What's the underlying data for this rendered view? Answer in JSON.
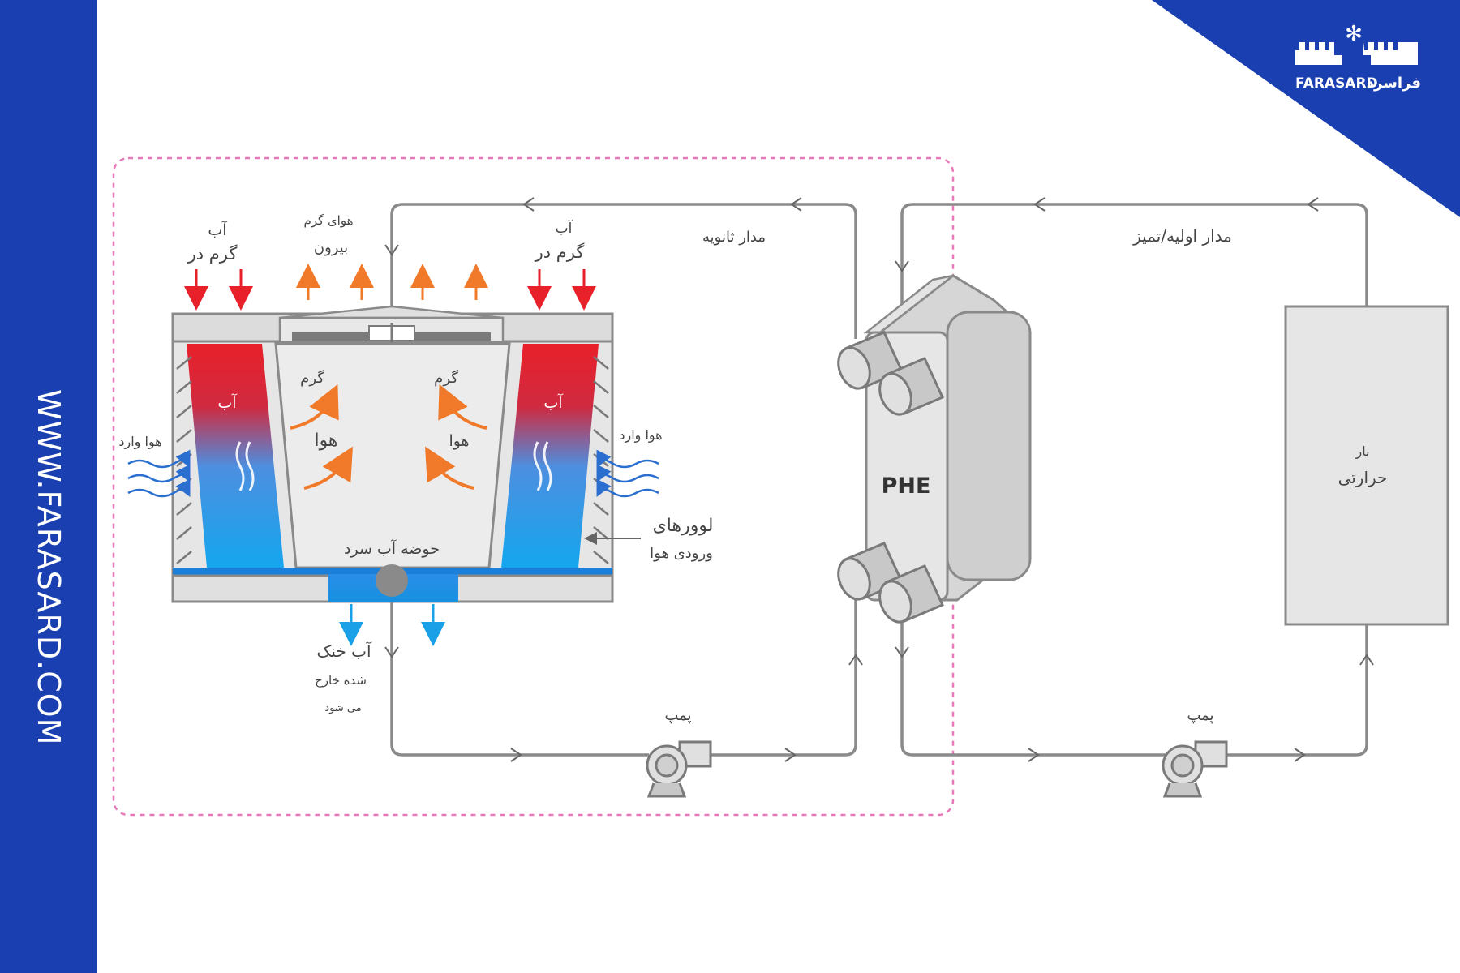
{
  "site_url": "WWW.FARASARD.COM",
  "brand": {
    "logo_text": "FARASARD",
    "logo_text_fa": "فراسرد"
  },
  "labels": {
    "hot_water_in_left_l1": "آب",
    "hot_water_in_left_l2": "گرم در",
    "hot_air_out_l1": "هوای گرم",
    "hot_air_out_l2": "بیرون",
    "hot_water_in_right_l1": "آب",
    "hot_water_in_right_l2": "گرم در",
    "secondary_loop": "مدار ثانویه",
    "primary_loop": "مدار اولیه/تمیز",
    "hot_left": "گرم",
    "hot_right": "گرم",
    "air_center_left": "هوا",
    "air_center_right": "هوا",
    "water_left": "آب",
    "water_right": "آب",
    "air_in_left": "هوا وارد",
    "air_in_right": "هوا وارد",
    "louvers_l1": "لوورهای",
    "louvers_l2": "ورودی هوا",
    "cold_basin": "حوضه آب سرد",
    "cool_water_l1": "آب خنک",
    "cool_water_l2": "شده خارج",
    "cool_water_l3": "می شود",
    "pump_left": "پمپ",
    "pump_right": "پمپ",
    "phe": "PHE",
    "heat_load_l1": "بار",
    "heat_load_l2": "حرارتی"
  },
  "colors": {
    "sidebar": "#1a3fb0",
    "corner": "#1a3fb0",
    "hot_water": "#e8202a",
    "cold_water": "#1aa0e6",
    "air_arrow": "#f07a2a",
    "air_in_arrow": "#2a6fd0",
    "pipe": "#8a8a8a",
    "dashed_boundary": "#e879b9"
  }
}
